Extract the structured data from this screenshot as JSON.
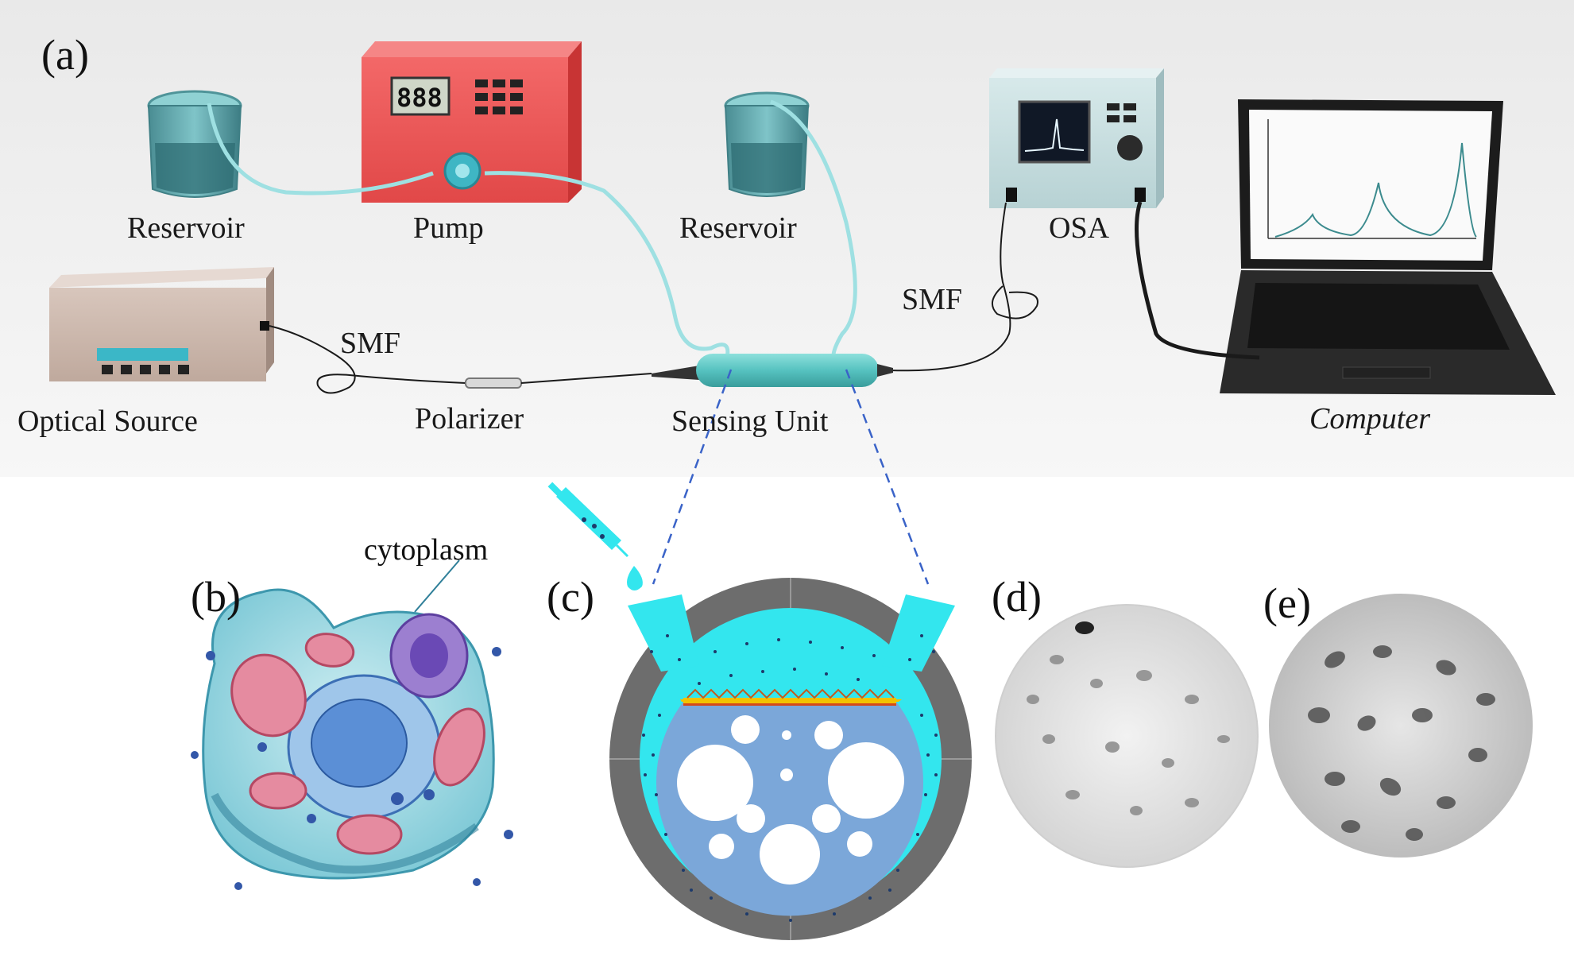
{
  "panels": {
    "a": "(a)",
    "b": "(b)",
    "c": "(c)",
    "d": "(d)",
    "e": "(e)"
  },
  "setup_labels": {
    "reservoir_left": "Reservoir",
    "pump": "Pump",
    "reservoir_right": "Reservoir",
    "osa": "OSA",
    "smf_right": "SMF",
    "smf_left": "SMF",
    "optical_source": "Optical Source",
    "polarizer": "Polarizer",
    "sensing_unit": "Sensing Unit",
    "computer": "Computer"
  },
  "pump_display": "888",
  "cell_label": "cytoplasm",
  "colors": {
    "pump_red": "#e84a4a",
    "fluid_cyan": "#33e6ee",
    "core_blue": "#7ba7d9",
    "cladding_gray": "#707070",
    "gold_film": "#f2c200",
    "fiber_blue": "#8fd3d6"
  }
}
